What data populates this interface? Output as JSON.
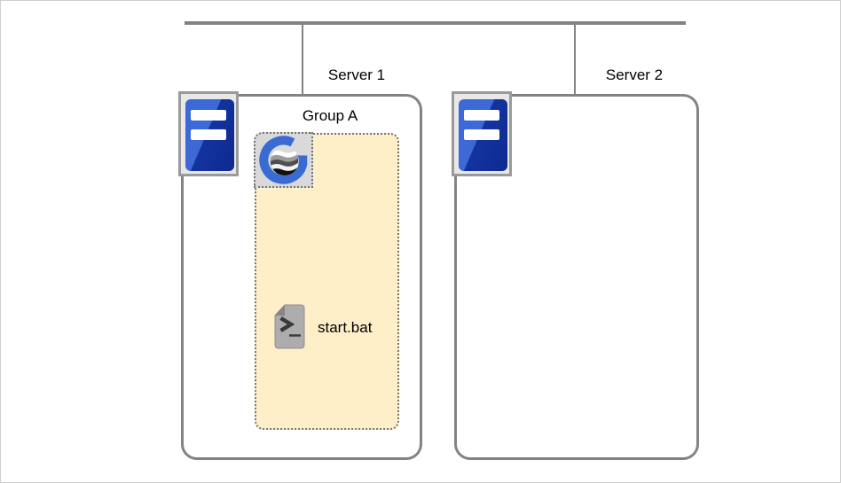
{
  "diagram": {
    "type": "network-deployment-diagram",
    "network": {
      "bus": "horizontal network bus line",
      "connections": [
        "Server 1",
        "Server 2"
      ]
    },
    "nodes": {
      "server1": {
        "label": "Server 1",
        "icon": "server-tower-icon",
        "contains": [
          "Group A"
        ]
      },
      "server2": {
        "label": "Server 2",
        "icon": "server-tower-icon",
        "contains": []
      },
      "group_a": {
        "label": "Group A",
        "icon": "geoserver-logo-icon",
        "contains": [
          "start.bat"
        ]
      },
      "script": {
        "label": "start.bat",
        "icon": "batch-script-file-icon"
      }
    },
    "colors": {
      "line_gray": "#828282",
      "box_border_gray": "#838383",
      "group_fill": "#ffefc9",
      "group_border_dotted": "#757575",
      "icon_cell_fill": "#e8e8e8",
      "icon_cell_border": "#9a9a9a",
      "server_blue_light": "#3c69d6",
      "server_blue_dark": "#0d2a90",
      "geoserver_blue": "#3a6bd3",
      "file_gray": "#adadad",
      "file_fold_gray": "#868686",
      "text": "#000000",
      "canvas": "#ffffff"
    }
  }
}
